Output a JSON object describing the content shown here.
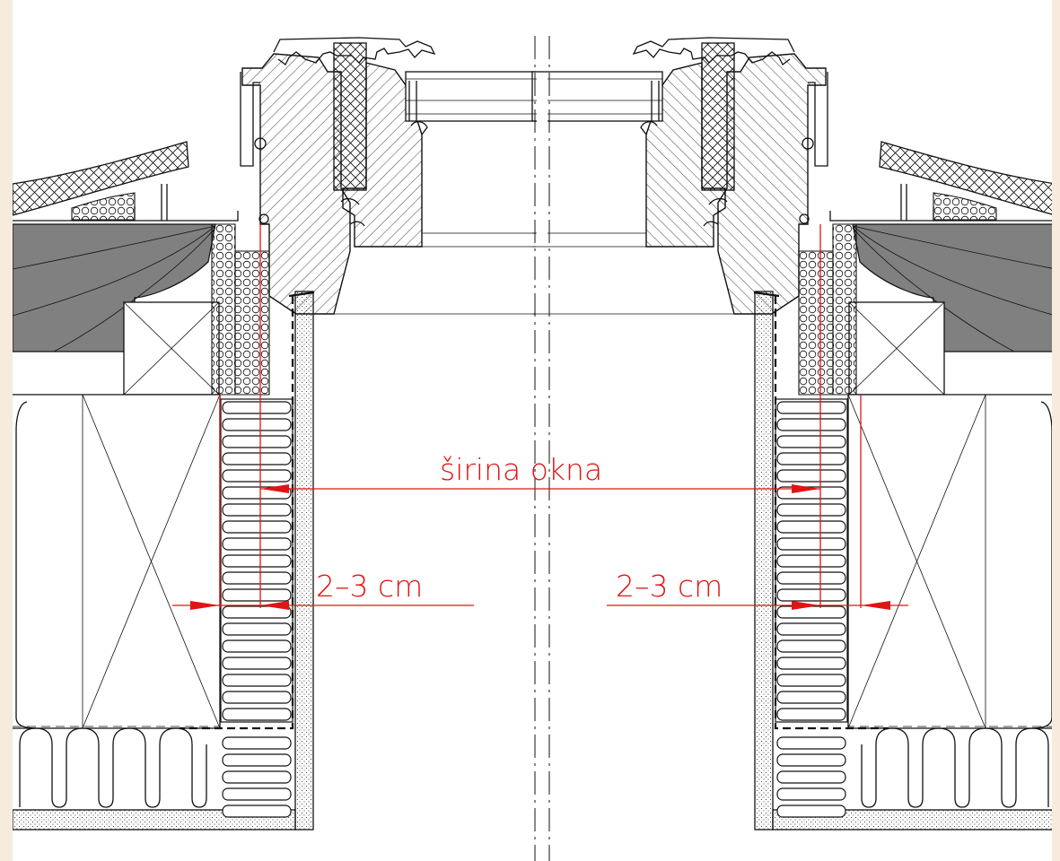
{
  "labels": {
    "width": "širina okna",
    "gap_left": "2–3 cm",
    "gap_right": "2–3 cm"
  },
  "colors": {
    "background": "#f6ebdc",
    "sheet": "#ffffff",
    "line": "#111111",
    "dimension": "#e11414",
    "membrane": "#808080"
  }
}
